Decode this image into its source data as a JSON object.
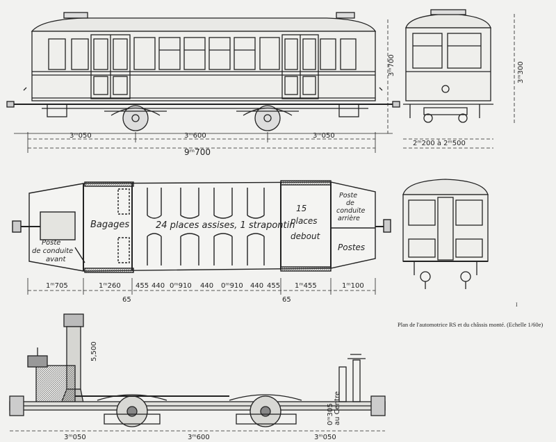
{
  "caption": "Plan de l'automotrice RS et du châssis monté. (Echelle 1/60e)",
  "side_mark": "I",
  "elevation": {
    "dims": {
      "overhang_left": "3ᵐ050",
      "wheelbase": "3ᵐ600",
      "overhang_right": "3ᵐ050",
      "total_length": "9ᵐ700",
      "height": "3ᵐ700"
    }
  },
  "end_view": {
    "dims": {
      "width": "2ᵐ200 à 2ᵐ500",
      "height": "3ᵐ300"
    }
  },
  "plan": {
    "labels": {
      "baggage": "Bagages",
      "seats": "24 places assises, 1 strapontin",
      "standing_1": "15",
      "standing_2": "places",
      "standing_3": "debout",
      "front_cab_1": "Poste",
      "front_cab_2": "de conduite",
      "front_cab_3": "avant",
      "rear_cab_1": "Poste",
      "rear_cab_2": "de",
      "rear_cab_3": "conduite",
      "rear_cab_4": "arrière",
      "posts": "Postes"
    },
    "dims": {
      "d1": "1ᵐ705",
      "d2": "1ᵐ260",
      "d3": "455",
      "d4": "440",
      "d5": "0ᵐ910",
      "d6": "440",
      "d7": "0ᵐ910",
      "d8": "440",
      "d9": "455",
      "d10": "1ᵐ455",
      "d11": "1ᵐ100",
      "d12": "65",
      "d13": "65"
    }
  },
  "chassis": {
    "dims": {
      "height": "5,500",
      "low": "0ᵐ305",
      "low_sub": "au Centre"
    },
    "bottom_dims": [
      "3ᵐ050",
      "3ᵐ600",
      "3ᵐ050"
    ]
  }
}
